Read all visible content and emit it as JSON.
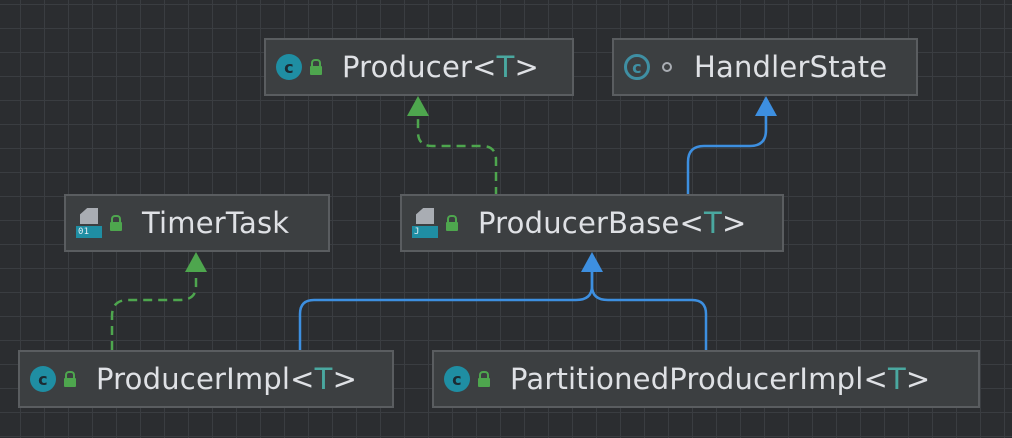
{
  "nodes": {
    "producer": {
      "name": "Producer",
      "type_param": "T"
    },
    "handler_state": {
      "name": "HandlerState"
    },
    "timer_task": {
      "name": "TimerTask",
      "file_tag": "01"
    },
    "producer_base": {
      "name": "ProducerBase",
      "type_param": "T",
      "file_tag": "J"
    },
    "producer_impl": {
      "name": "ProducerImpl",
      "type_param": "T"
    },
    "partitioned": {
      "name": "PartitionedProducerImpl",
      "type_param": "T"
    }
  },
  "icons": {
    "class": "class-icon",
    "public": "lock-open-icon",
    "package_private": "dot-icon",
    "file": "file-icon"
  },
  "colors": {
    "implements_edge": "#4ea64e",
    "extends_edge": "#3d8fe0",
    "node_bg": "#3c3f41",
    "node_border": "#5a5d60",
    "text": "#dfe1e5",
    "type_param": "#4aa8a0"
  }
}
